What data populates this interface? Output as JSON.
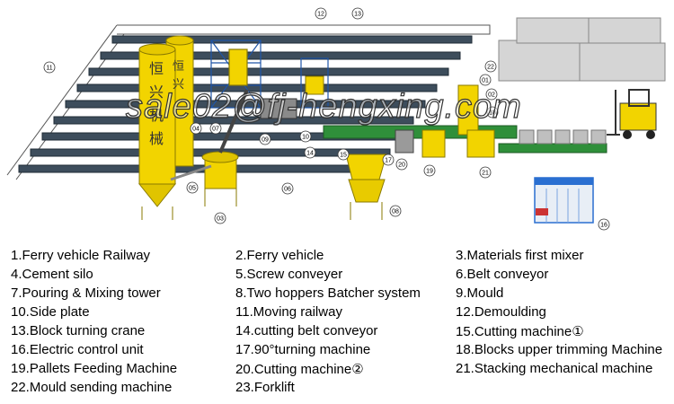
{
  "silo_chars": [
    "恒",
    "兴",
    "机",
    "械"
  ],
  "silo2_chars": [
    "恒",
    "兴"
  ],
  "watermark": "sale02@fj-hengxing.com",
  "callouts": [
    "11",
    "12",
    "13",
    "22",
    "01",
    "02",
    "03",
    "04",
    "05",
    "06",
    "07",
    "08",
    "09",
    "10",
    "14",
    "15",
    "16",
    "17",
    "18",
    "19",
    "20",
    "21"
  ],
  "legend": [
    [
      "1.Ferry vehicle Railway",
      "2.Ferry vehicle",
      "3.Materials first mixer"
    ],
    [
      "4.Cement silo",
      "5.Screw conveyer",
      "6.Belt conveyor"
    ],
    [
      "7.Pouring & Mixing tower",
      "8.Two hoppers Batcher system",
      "9.Mould"
    ],
    [
      "10.Side plate",
      "11.Moving railway",
      "12.Demoulding"
    ],
    [
      "13.Block turning crane",
      "14.cutting belt conveyor",
      "15.Cutting machine①"
    ],
    [
      "16.Electric control unit",
      "17.90°turning machine",
      "18.Blocks upper trimming Machine"
    ],
    [
      "19.Pallets Feeding Machine",
      "20.Cutting machine②",
      "21.Stacking mechanical machine"
    ],
    [
      "22.Mould sending machine",
      "23.Forklift",
      ""
    ]
  ],
  "colors": {
    "steel": "#3d4d5c",
    "yellow": "#f2d400",
    "blue": "#2a6fd1",
    "block": "#bfbfbf"
  }
}
